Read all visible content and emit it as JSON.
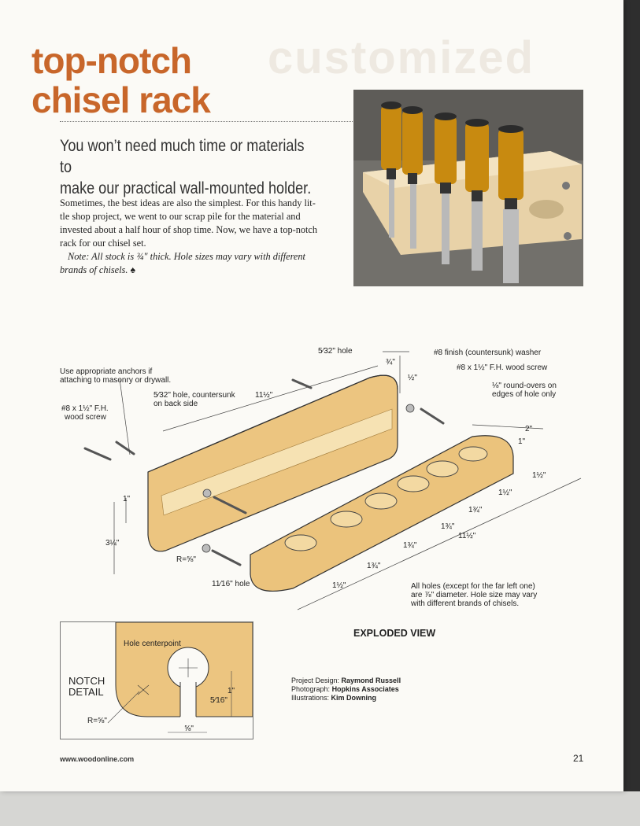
{
  "article": {
    "title_line1": "top-notch",
    "title_line2": "chisel rack",
    "deck_line1": "You won’t need much time or materials to",
    "deck_line2": "make our practical wall-mounted holder.",
    "body_line1": "Sometimes, the best ideas are also the simplest. For this handy lit-",
    "body_line2": "tle shop project, we went to our scrap pile for the material and",
    "body_line3": "invested about a half hour of shop time. Now, we have a top-notch",
    "body_line4": "rack for our chisel set.",
    "note_line1": "Note: All stock is ¾\" thick. Hole sizes may vary with different",
    "note_line2": "brands of chisels."
  },
  "diagram": {
    "hole_532": "5⁄32\" hole",
    "dim_34": "¾\"",
    "dim_12": "½\"",
    "washer": "#8 finish (countersunk) washer",
    "screw_right": "#8 x 1½\" F.H. wood screw",
    "roundovers_1": "⅛\" round-overs on",
    "roundovers_2": "edges of hole only",
    "anchors_1": "Use appropriate anchors if",
    "anchors_2": "attaching to masonry or drywall.",
    "countersunk_1": "5⁄32\" hole, countersunk",
    "countersunk_2": "on back side",
    "dim_1112_top": "11½\"",
    "screw_left_1": "#8 x 1½\" F.H.",
    "screw_left_2": "wood screw",
    "dim_2": "2\"",
    "dim_1": "1\"",
    "dim_1_left": "1\"",
    "dim_312": "3¼\"",
    "radius": "R=⅝\"",
    "hole_1116": "11⁄16\" hole",
    "dim_112a": "1½\"",
    "dim_112b": "1½\"",
    "dim_112c": "1½\"",
    "dim_134a": "1¾\"",
    "dim_134b": "1¾\"",
    "dim_134c": "1¾\"",
    "dim_134d": "1¾\"",
    "dim_1112_bottom": "11½\"",
    "holes_1": "All holes (except for the far left one)",
    "holes_2": "are ⅞\" diameter. Hole size may vary",
    "holes_3": "with different brands of chisels.",
    "caption": "EXPLODED VIEW"
  },
  "notch_detail": {
    "label_1": "NOTCH",
    "label_2": "DETAIL",
    "centerpoint": "Hole centerpoint",
    "dim_1": "1\"",
    "dim_516": "5⁄16\"",
    "dim_58": "⅝\"",
    "radius": "R=⅝\""
  },
  "credits": {
    "design_label": "Project Design:",
    "design_name": "Raymond Russell",
    "photo_label": "Photograph:",
    "photo_name": "Hopkins Associates",
    "illus_label": "Illustrations:",
    "illus_name": "Kim Downing"
  },
  "footer": {
    "url": "www.woodonline.com",
    "page": "21"
  },
  "colors": {
    "accent": "#c8662a",
    "wood": "#e9c98a",
    "wood_dark": "#c89a52"
  }
}
